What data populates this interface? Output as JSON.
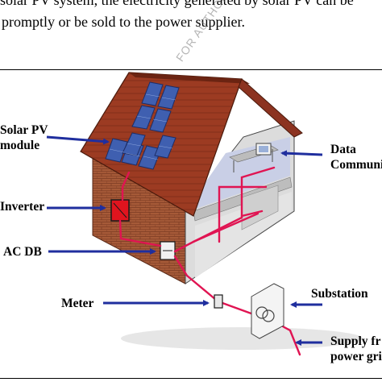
{
  "intro": {
    "line1": "solar PV system, the electricity generated by solar PV can be",
    "line2": "promptly or be sold to the power supplier."
  },
  "watermark": "FOR AUTHOR USE ONLY",
  "labels": {
    "solar_pv": [
      "Solar PV",
      "module"
    ],
    "inverter": "Inverter",
    "acdb": "AC DB",
    "meter": "Meter",
    "data": [
      "Data",
      "Communi"
    ],
    "substation": "Substation",
    "supply": [
      "Supply fr",
      "power gri"
    ]
  },
  "colors": {
    "arrow": "#1f2e9e",
    "wire": "#e01452",
    "roof": "#9b3a22",
    "brick": "#a85a38",
    "panel": "#3f5fb0"
  }
}
